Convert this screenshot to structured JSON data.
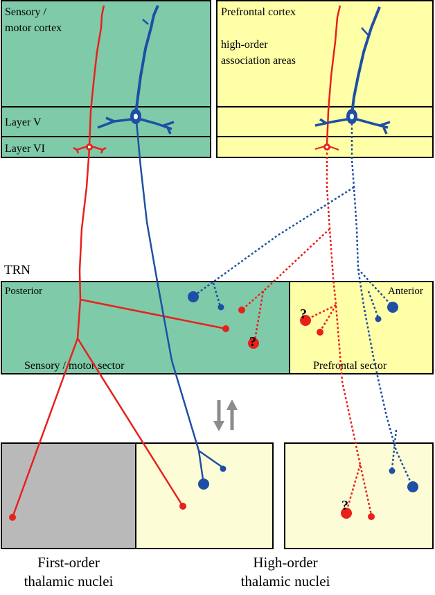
{
  "cortex": {
    "sensory_title_line1": "Sensory /",
    "sensory_title_line2": "motor cortex",
    "prefrontal_title": "Prefrontal cortex",
    "prefrontal_sub_line1": "high-order",
    "prefrontal_sub_line2": "association areas",
    "layer5": "Layer V",
    "layer6": "Layer VI"
  },
  "trn": {
    "title": "TRN",
    "posterior": "Posterior",
    "anterior": "Anterior",
    "sensory_sector": "Sensory / motor sector",
    "prefrontal_sector": "Prefrontal sector",
    "question_mark": "?"
  },
  "thalamus": {
    "first_order_line1": "First-order",
    "first_order_line2": "thalamic nuclei",
    "high_order_line1": "High-order",
    "high_order_line2": "thalamic nuclei"
  },
  "colors": {
    "green": "#7fcaa9",
    "yellow": "#ffffa8",
    "pale_yellow": "#fcfcd6",
    "gray": "#b9b9b9",
    "red": "#e8201c",
    "blue": "#1f4fa4",
    "arrow_gray": "#8c8c8c"
  }
}
